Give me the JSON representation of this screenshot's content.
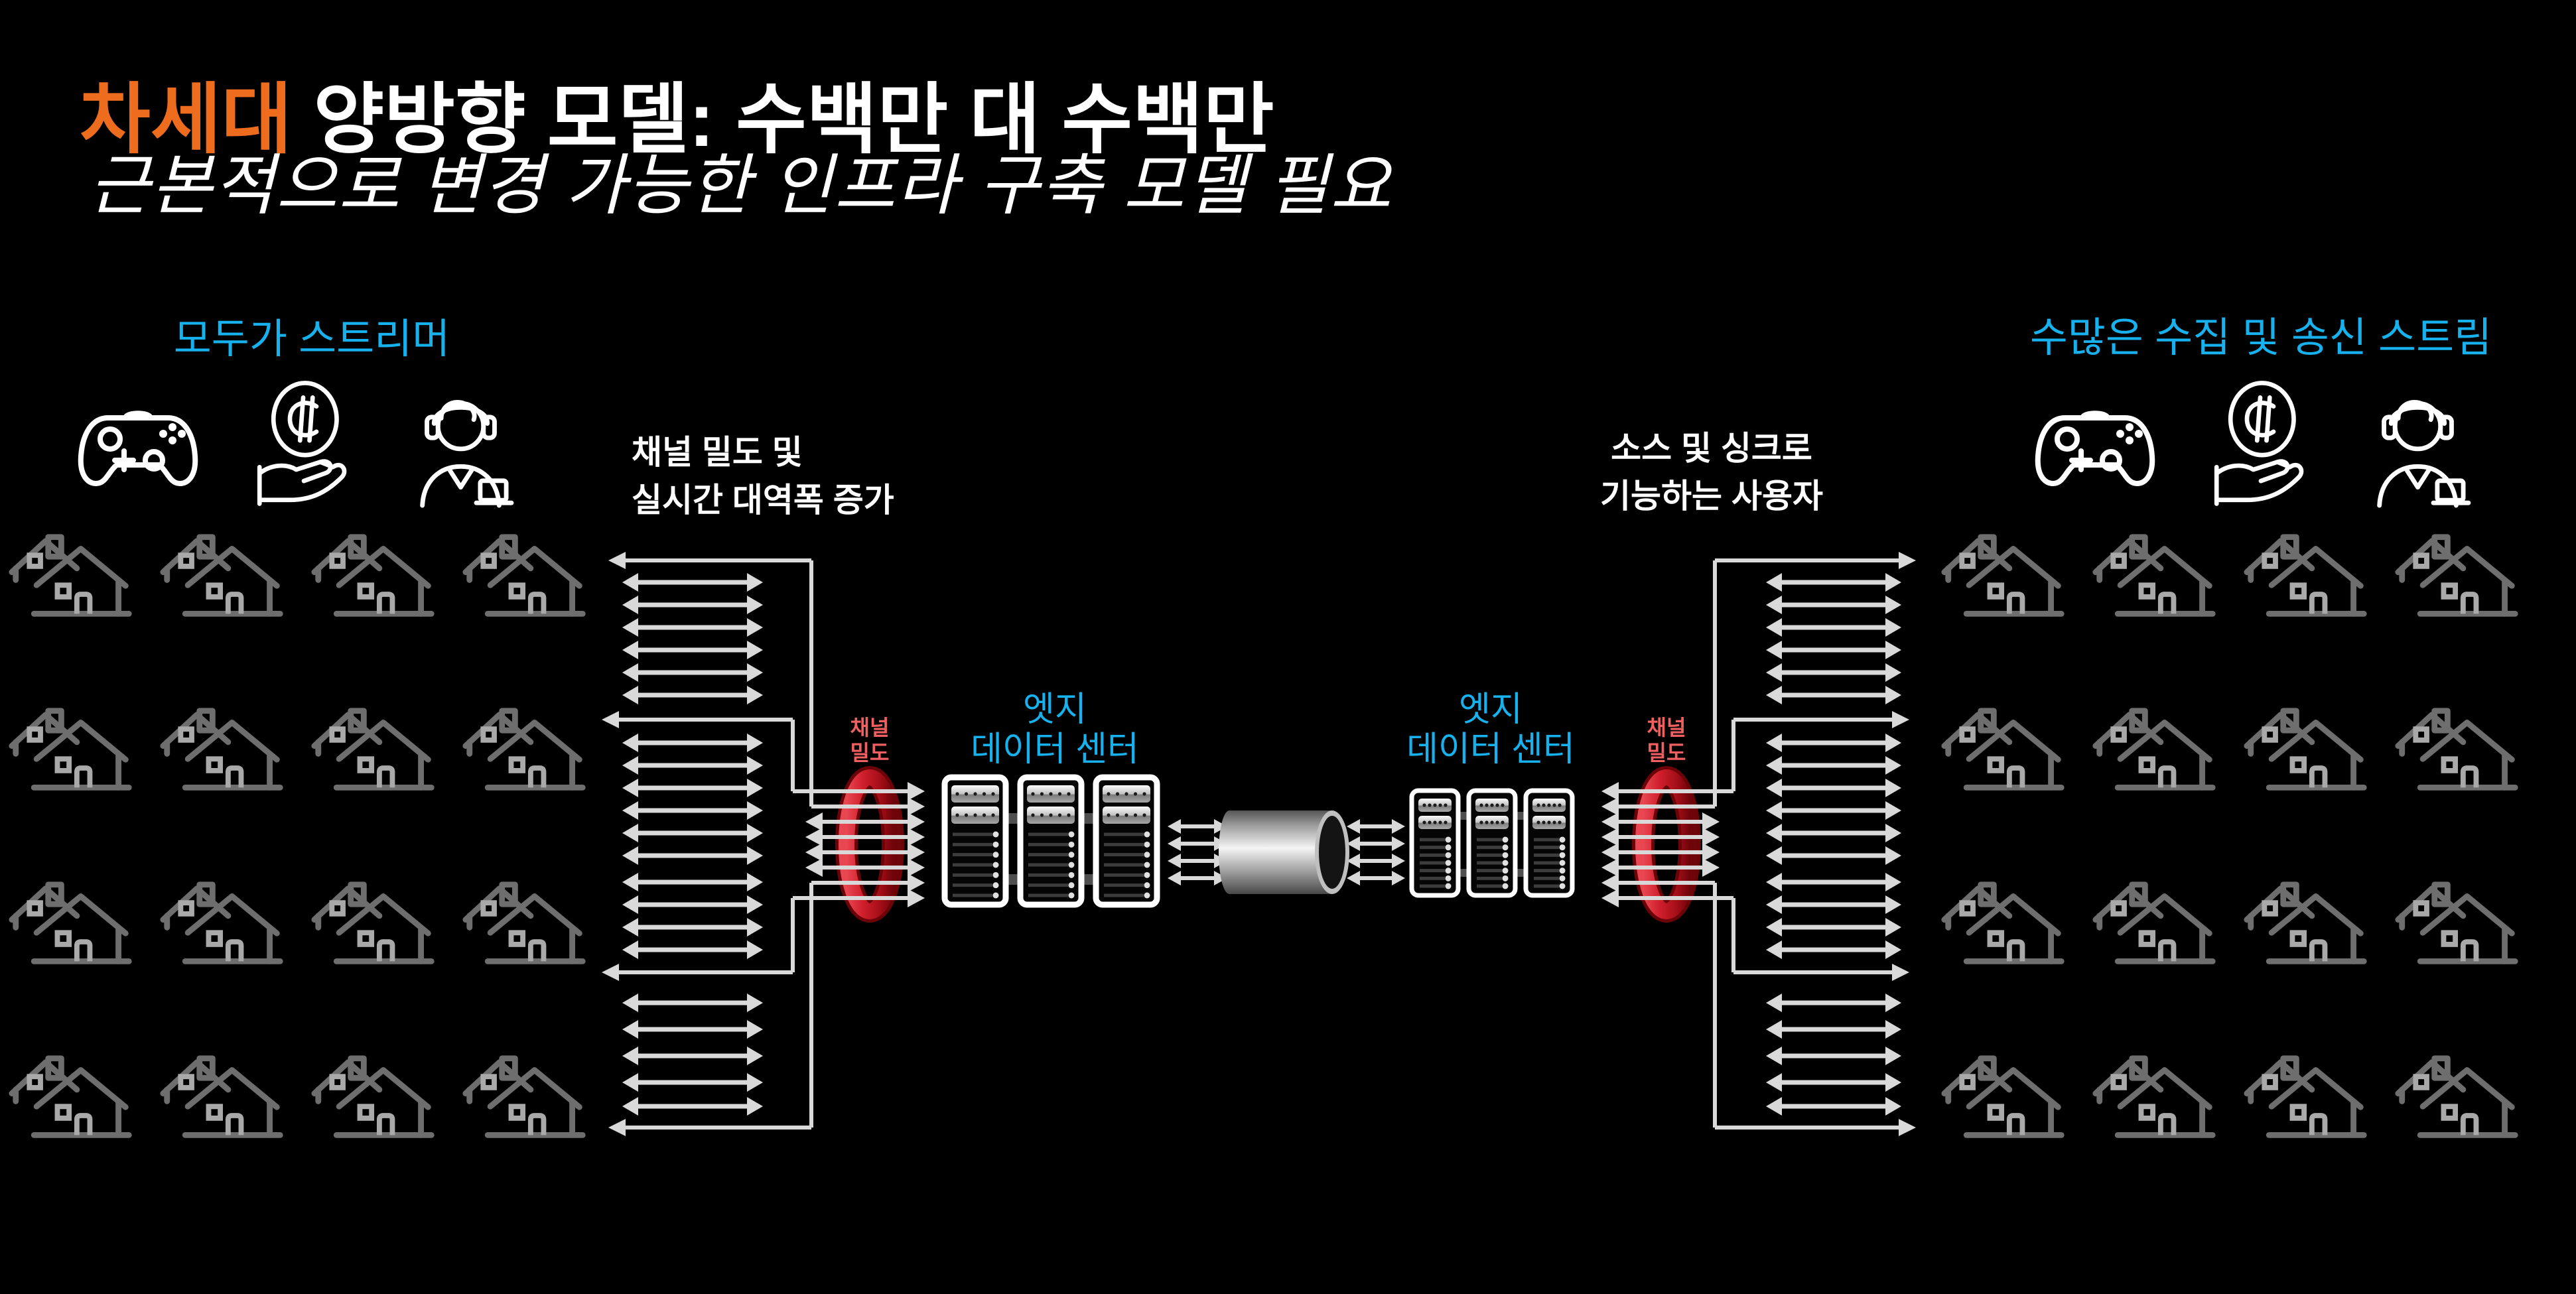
{
  "title": {
    "highlight": "차세대",
    "rest": " 양방향 모델: 수백만 대 수백만"
  },
  "subtitle": "근본적으로 변경 가능한 인프라 구축 모델 필요",
  "left_section": {
    "caption": "모두가 스트리머",
    "label_line1": "채널 밀도 및",
    "label_line2": "실시간 대역폭 증가"
  },
  "right_section": {
    "caption": "수많은 수집 및 송신 스트림",
    "label_line1": "소스 및 싱크로",
    "label_line2": "기능하는 사용자"
  },
  "channel_density_label": {
    "line1": "채널",
    "line2": "밀도"
  },
  "edge_dc_label": {
    "line1": "엣지",
    "line2": "데이터 센터"
  },
  "icons": [
    {
      "name": "game-controller-icon"
    },
    {
      "name": "coin-hand-icon"
    },
    {
      "name": "headset-person-icon"
    }
  ],
  "house_grid": {
    "rows": 4,
    "cols": 4
  },
  "colors": {
    "background": "#000000",
    "accent_orange": "#EE6C1E",
    "accent_cyan": "#17B2EE",
    "ring_red": "#D01F2C",
    "ring_red_dark": "#6B0309",
    "ring_label_red": "#F16060",
    "house_gray": "#6E6E6E",
    "house_gray_light": "#A9A9A9",
    "arrow_gray": "#D9D9D9",
    "text_white": "#FFFFFF"
  }
}
